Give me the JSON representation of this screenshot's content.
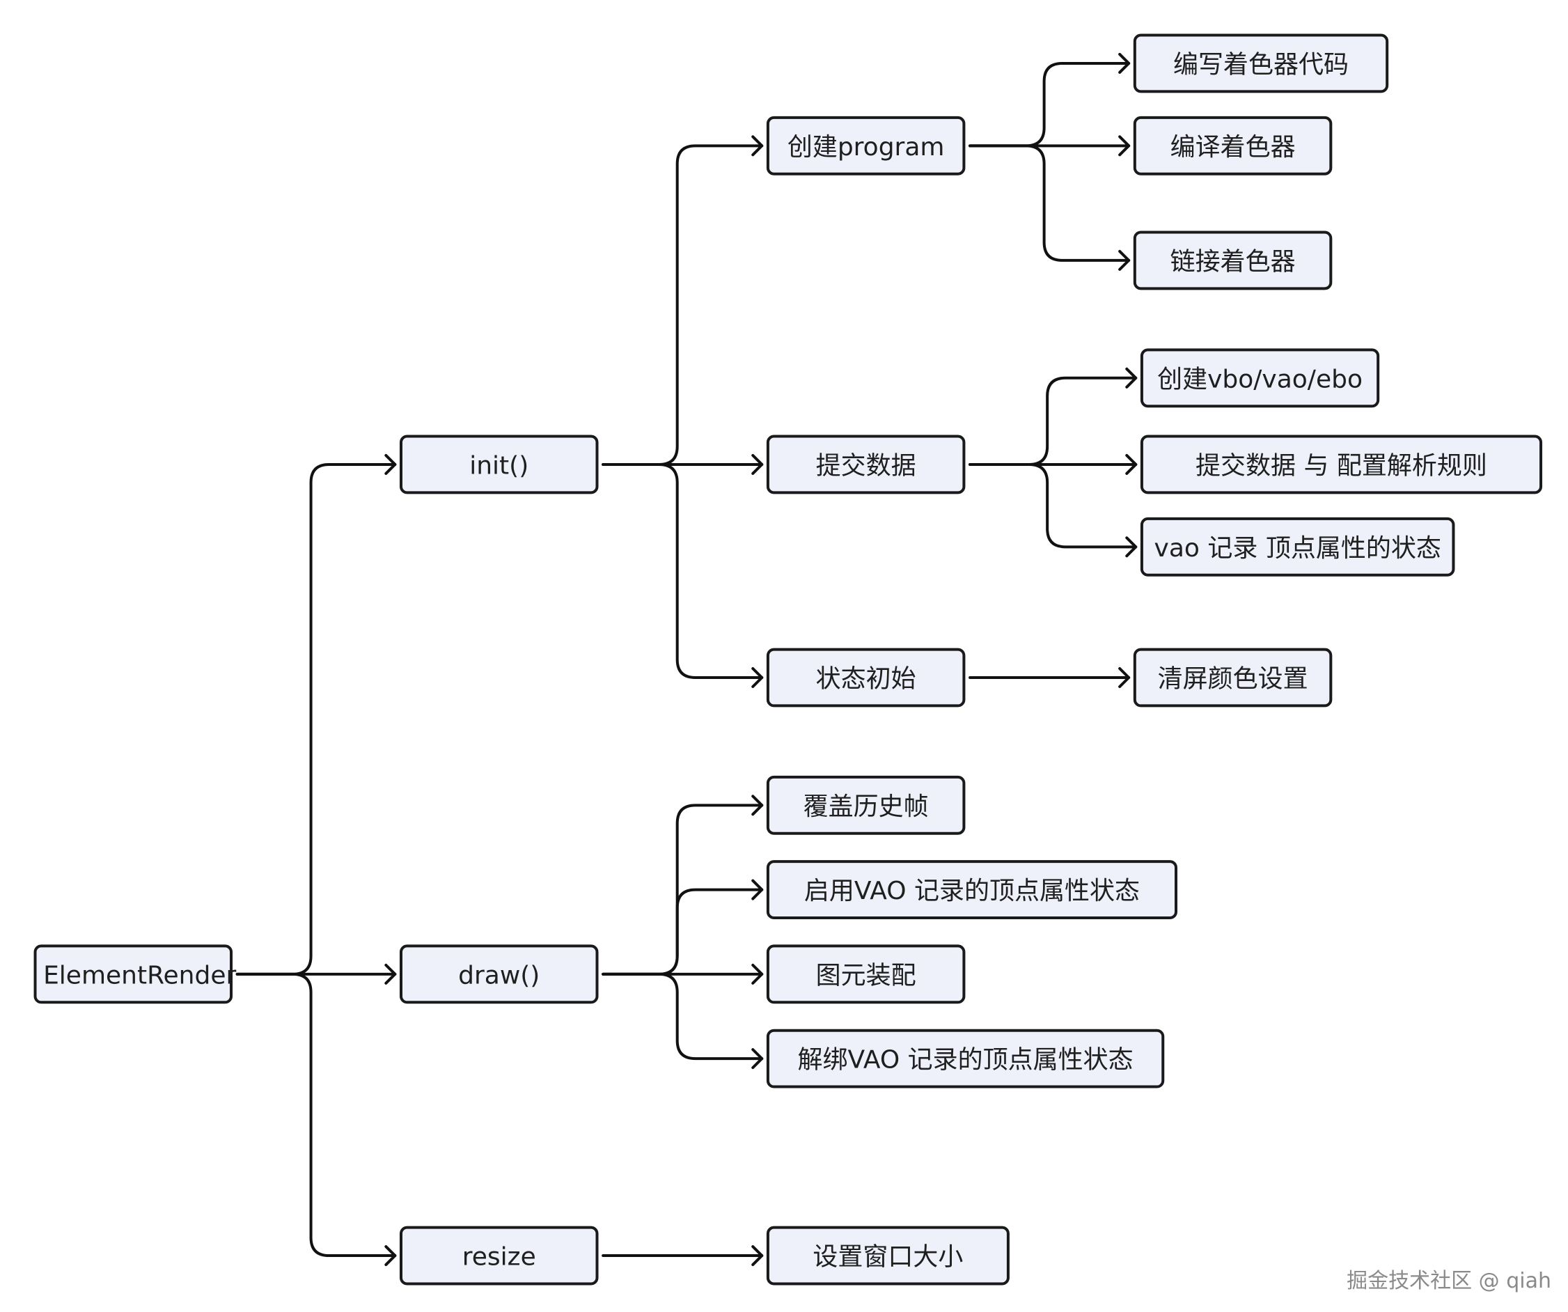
{
  "nodes": {
    "root": "ElementRender",
    "init": "init()",
    "draw": "draw()",
    "resize": "resize",
    "create_program": "创建program",
    "submit_data": "提交数据",
    "state_init": "状态初始",
    "write_shader": "编写着色器代码",
    "compile_shader": "编译着色器",
    "link_shader": "链接着色器",
    "create_buffers": "创建vbo/vao/ebo",
    "submit_and_configure": "提交数据 与 配置解析规则",
    "vao_record": "vao 记录 顶点属性的状态",
    "clear_color": "清屏颜色设置",
    "cover_history": "覆盖历史帧",
    "enable_vao": "启用VAO 记录的顶点属性状态",
    "primitive_assembly": "图元装配",
    "unbind_vao": "解绑VAO 记录的顶点属性状态",
    "set_window_size": "设置窗口大小"
  },
  "edges": [
    [
      "root",
      "init"
    ],
    [
      "root",
      "draw"
    ],
    [
      "root",
      "resize"
    ],
    [
      "init",
      "create_program"
    ],
    [
      "init",
      "submit_data"
    ],
    [
      "init",
      "state_init"
    ],
    [
      "create_program",
      "write_shader"
    ],
    [
      "create_program",
      "compile_shader"
    ],
    [
      "create_program",
      "link_shader"
    ],
    [
      "submit_data",
      "create_buffers"
    ],
    [
      "submit_data",
      "submit_and_configure"
    ],
    [
      "submit_data",
      "vao_record"
    ],
    [
      "state_init",
      "clear_color"
    ],
    [
      "draw",
      "cover_history"
    ],
    [
      "draw",
      "enable_vao"
    ],
    [
      "draw",
      "primitive_assembly"
    ],
    [
      "draw",
      "unbind_vao"
    ],
    [
      "resize",
      "set_window_size"
    ]
  ],
  "watermark": "掘金技术社区 @ qiah"
}
